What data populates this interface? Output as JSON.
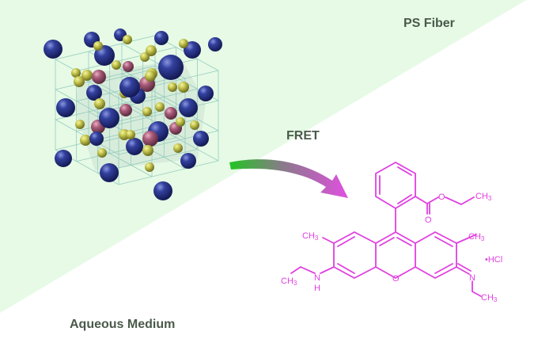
{
  "labels": {
    "ps_fiber": "PS Fiber",
    "fret": "FRET",
    "aqueous_medium": "Aqueous Medium"
  },
  "molecule": {
    "ester_o": "O",
    "carbonyl_o": "O",
    "ester_ch3": "CH3",
    "left_ch3": "CH3",
    "right_ch3": "CH3",
    "ring_o": "O",
    "amine_n": "N",
    "amine_h": "H",
    "amine_ch3": "CH3",
    "imine_n": "N",
    "imine_ch3": "CH3",
    "salt": "•HCl"
  },
  "colors": {
    "fiber_region": "#e6fae6",
    "molecule": "#e040e0",
    "sphere_large": "#2a3590",
    "sphere_small": "#c8c850",
    "sphere_medium": "#a85a78"
  }
}
